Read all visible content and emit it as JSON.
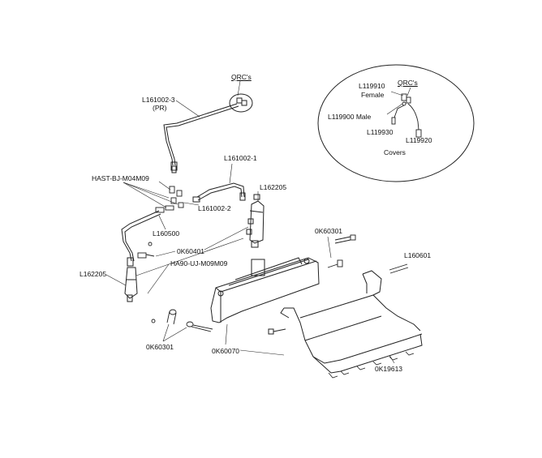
{
  "labels": {
    "qrcs_main": "QRC's",
    "l161002_3": "L161002-3",
    "pr": "(PR)",
    "l161002_1": "L161002-1",
    "hast": "HAST-BJ-M04M09",
    "l162205_top": "L162205",
    "l161002_2": "L161002-2",
    "l160500": "L160500",
    "ok60401": "0K60401",
    "ha90": "HA90-UJ-M09M09",
    "l162205_left": "L162205",
    "ok60301_right": "0K60301",
    "l160601": "L160601",
    "ok60301_left": "0K60301",
    "ok60070": "0K60070",
    "ok19613": "0K19613"
  },
  "inset": {
    "qrcs": "QRC's",
    "l119910": "L119910",
    "female": "Female",
    "l119900": "L119900 Male",
    "l119930": "L119930",
    "l119920": "L119920",
    "covers": "Covers"
  }
}
